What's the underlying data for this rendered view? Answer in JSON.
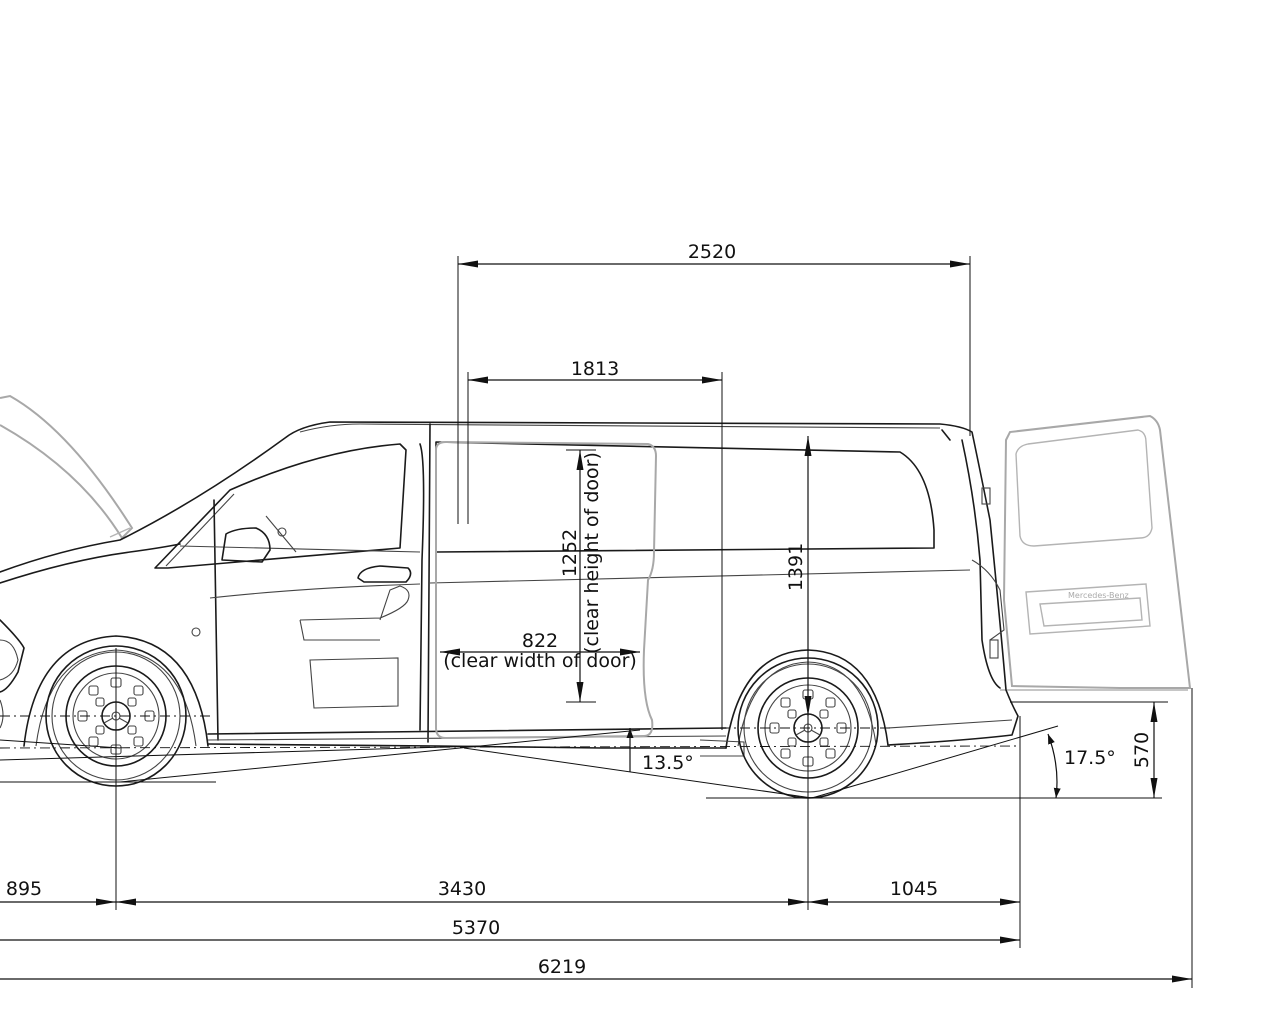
{
  "dimensions": {
    "top_overall": "2520",
    "top_inner": "1813",
    "door_height_value": "1252",
    "door_height_label": "(clear height of door)",
    "door_width_value": "822",
    "door_width_label": "(clear width of door)",
    "interior_height": "1391",
    "ramp_angle": "13.5°",
    "departure_angle": "17.5°",
    "load_sill_height": "570",
    "front_overhang": "895",
    "wheelbase": "3430",
    "rear_overhang": "1045",
    "length_body": "5370",
    "length_with_door": "6219"
  },
  "colors": {
    "line": "#1a1a1a",
    "ghost": "#a8a8a8",
    "background": "#ffffff"
  }
}
